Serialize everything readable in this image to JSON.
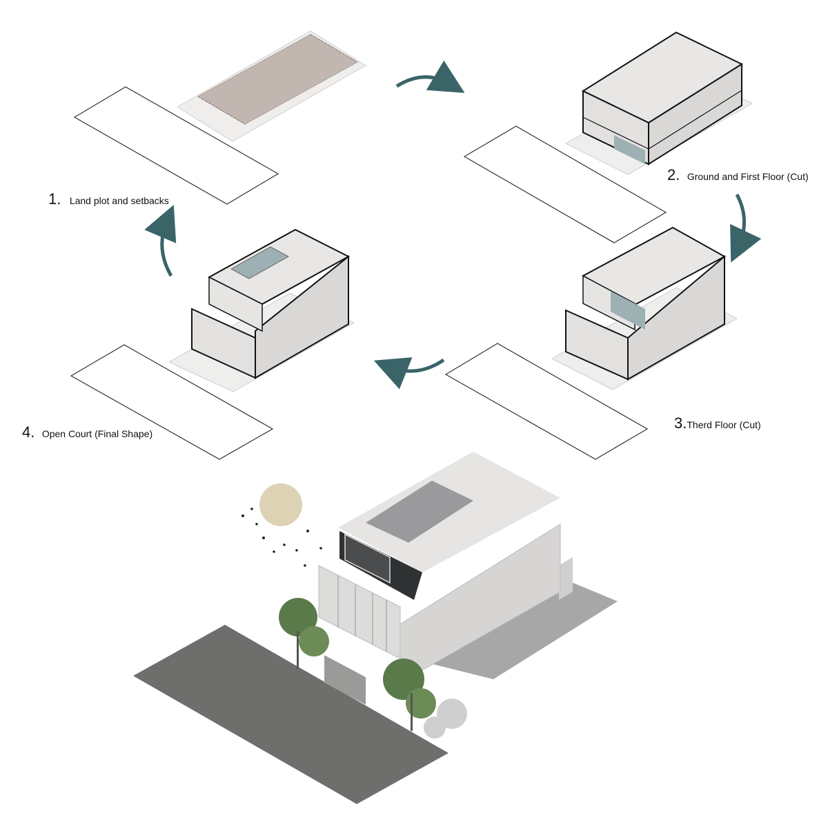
{
  "steps": [
    {
      "number": "1.",
      "text": "Land plot and setbacks"
    },
    {
      "number": "2.",
      "text": "Ground and First Floor (Cut)"
    },
    {
      "number": "3.",
      "text": "Therd Floor (Cut)"
    },
    {
      "number": "4.",
      "text": "Open Court (Final Shape)"
    }
  ],
  "colors": {
    "accent_arrow": "#3a6468",
    "plot_fill": "#c2b6b0",
    "volume_fill": "#e8e7e5",
    "court_fill": "#9db0b3",
    "road_fill": "#6e6e6c",
    "shadow_fill": "#a8a7a8",
    "sun_fill": "#ddd2b4",
    "tree_fill": "#5b7a4a"
  }
}
